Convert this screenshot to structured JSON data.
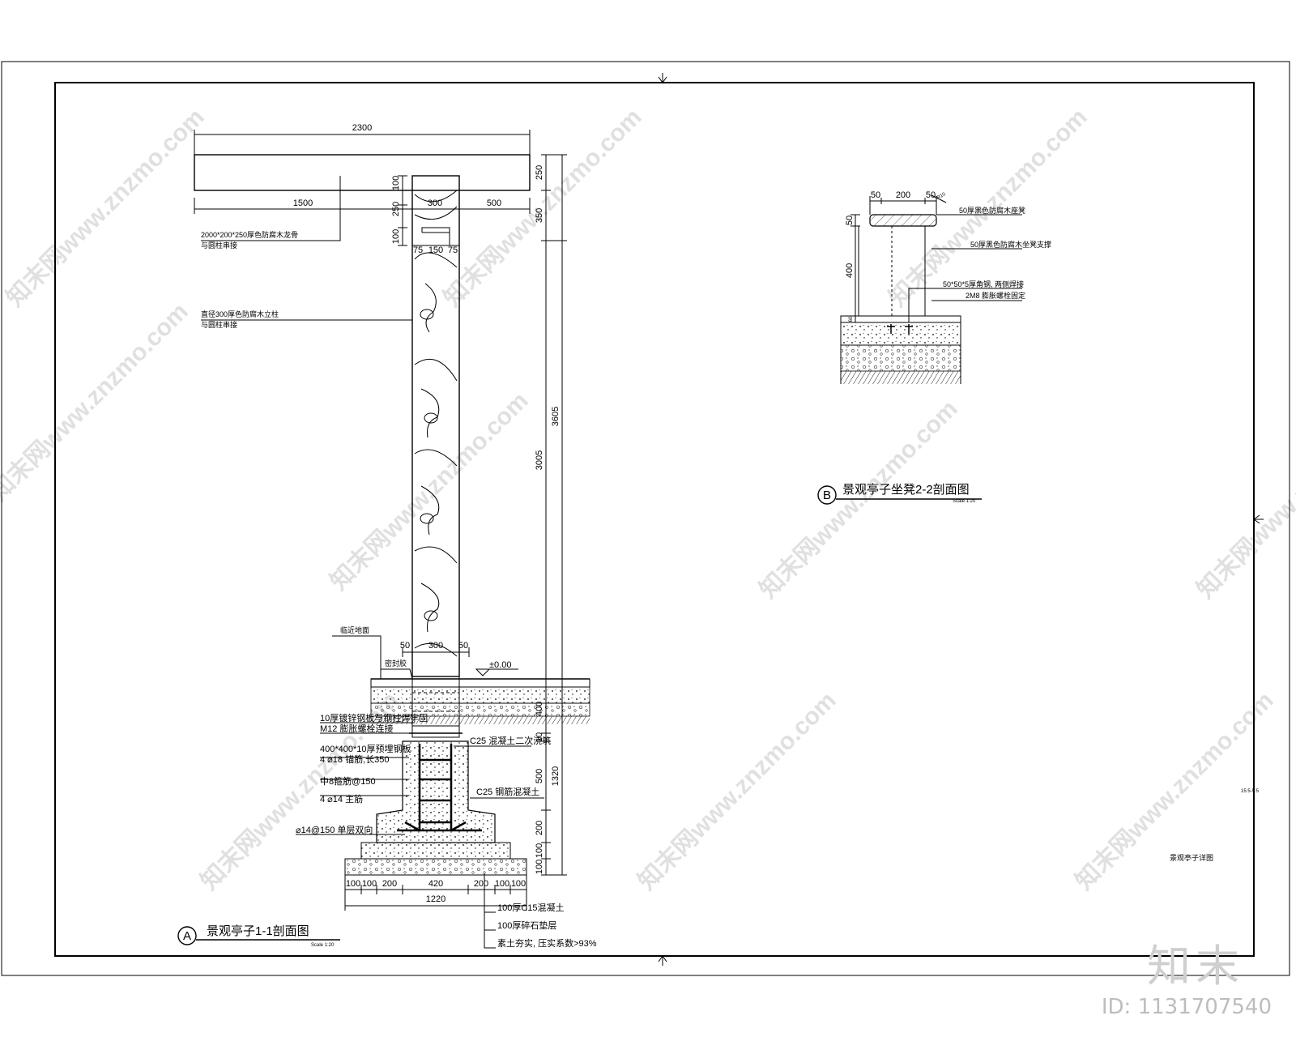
{
  "section_a": {
    "title": "景观亭子1-1剖面图",
    "badge": "A",
    "scale": "Scale 1:20",
    "dims": {
      "total_width": "2300",
      "left_span": "1500",
      "col_width": "300",
      "right_span": "500",
      "beam_h": "250",
      "gap_h": "350",
      "h100a": "100",
      "h250": "250",
      "h100b": "100",
      "w75a": "75",
      "w150": "150",
      "w75b": "75",
      "h3605": "3605",
      "h3005": "3005",
      "w50a": "50",
      "w300b": "300",
      "w50b": "50",
      "h400": "400",
      "h10": "10",
      "h500": "500",
      "h1320": "1320",
      "h200": "200",
      "h100c": "100",
      "h100d": "100",
      "b100a": "100",
      "b100b": "100",
      "b200a": "200",
      "b420": "420",
      "b200b": "200",
      "b100c": "100",
      "b100d": "100",
      "b1220": "1220",
      "elev": "±0.00"
    },
    "notes": {
      "beam": "2000*200*250厚色防腐木龙骨",
      "beam2": "与圆柱串接",
      "column": "直径300厚色防腐木立柱",
      "column2": "与圆柱串接",
      "paving": "临近地面",
      "sealant": "密封胶",
      "n1": "10厚镀锌钢板与钢柱焊牢固",
      "n2": "M12 膨胀螺栓连接",
      "n3": "400*400*10厚预埋钢板",
      "n4": "4 ⌀18 锚筋,长350",
      "n5": "中8箍筋@150",
      "n6": "4 ⌀14 主筋",
      "n7": "⌀14@150 单层双向",
      "c25a": "C25 混凝土二次浇筑",
      "c25b": "C25 钢筋混凝土",
      "base1": "100厚C15混凝土",
      "base2": "100厚碎石垫层",
      "base3": "素土夯实, 压实系数>93%"
    }
  },
  "section_b": {
    "title": "景观亭子坐凳2-2剖面图",
    "badge": "B",
    "scale": "Scale 1:20",
    "dims": {
      "w50a": "50",
      "w200": "200",
      "w50b": "50",
      "r10": "R10",
      "h50": "50",
      "h400": "400",
      "h60": "60"
    },
    "notes": {
      "n1": "50厚黑色防腐木座凳",
      "n2": "50厚黑色防腐木坐凳支撑",
      "n3": "50*50*5厚角钢, 两侧焊接",
      "n4": "2M8 膨胀螺栓固定"
    }
  },
  "sheet_notes": {
    "n1": "15:5-5.5",
    "n2": "景观亭子详图"
  },
  "watermark": {
    "text": "知末网www.znzmo.com",
    "brand": "知末",
    "id": "ID: 1131707540"
  }
}
